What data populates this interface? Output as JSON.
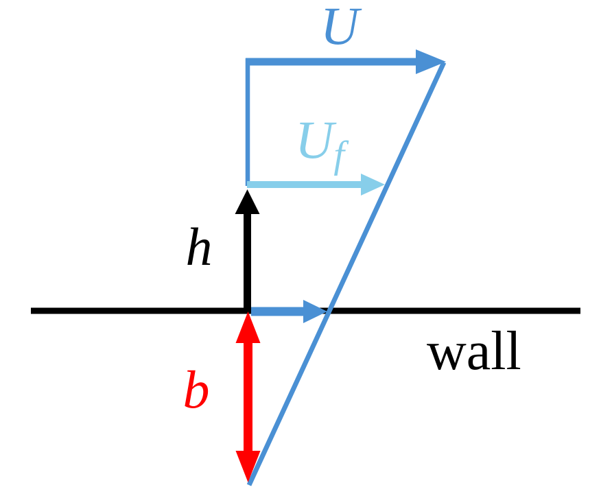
{
  "diagram": {
    "labels": {
      "u": "U",
      "uf_base": "U",
      "uf_sub": "f",
      "h": "h",
      "b": "b",
      "wall": "wall"
    },
    "colors": {
      "blue": "#4A90D4",
      "light_blue": "#87CEEA",
      "red": "#FF0000",
      "black": "#000000",
      "background": "#FFFFFF"
    }
  }
}
